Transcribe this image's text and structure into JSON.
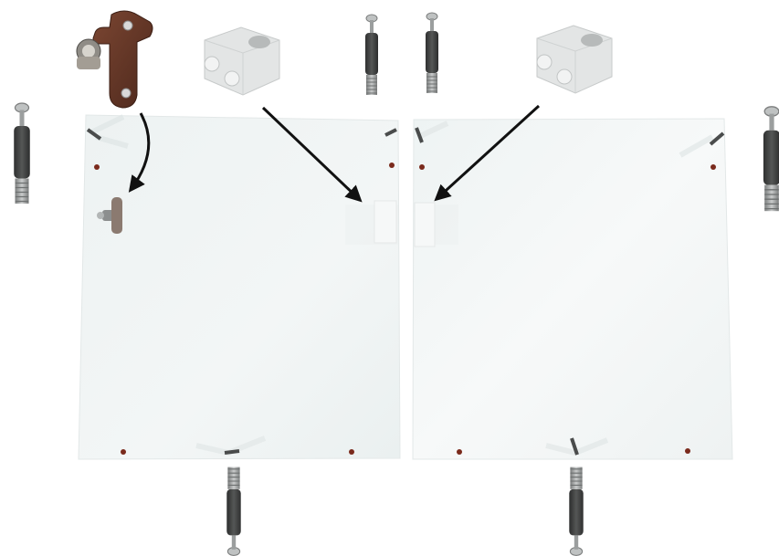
{
  "diagram": {
    "panels": [
      {
        "id": "left-panel",
        "color": "#eef3f3"
      },
      {
        "id": "right-panel",
        "color": "#f1f4f4"
      }
    ],
    "components": {
      "cam_connector_bolt": {
        "color_body": "#3f403f",
        "color_thread": "#9a9c9c",
        "icon": "connector-bolt-icon"
      },
      "panel_connector_block": {
        "color": "#e2e4e4",
        "icon": "connector-block-icon"
      },
      "wall_hanger_bracket": {
        "color": "#6a3a2a",
        "icon": "hanger-bracket-icon"
      },
      "cam_lock_hole": {
        "color": "#7a2a1c"
      }
    },
    "arrows": [
      {
        "from": "wall-hanger-bracket",
        "to": "left-panel-bracket-mount"
      },
      {
        "from": "connector-block-left",
        "to": "left-panel-block-mount"
      },
      {
        "from": "connector-block-right",
        "to": "right-panel-block-mount"
      }
    ]
  }
}
